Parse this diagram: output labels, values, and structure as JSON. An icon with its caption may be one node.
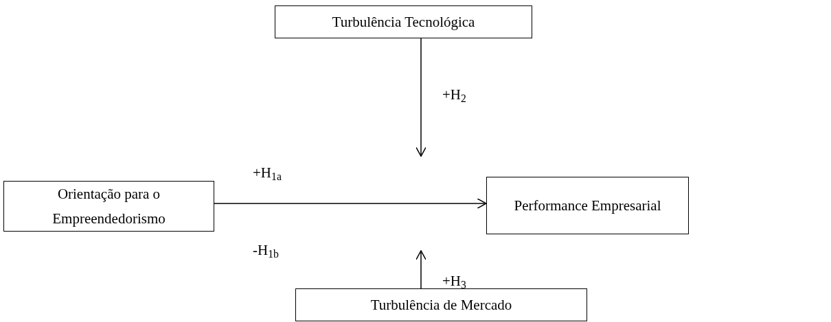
{
  "diagram": {
    "nodes": [
      {
        "text": [
          "Turbulência Tecnológica"
        ]
      },
      {
        "text": [
          "Orientação para o Empreendedorismo"
        ]
      },
      {
        "text": [
          "Performance Empresarial"
        ]
      },
      {
        "text": [
          "Turbulência de Mercado"
        ]
      }
    ],
    "edges": [
      {
        "from": 1,
        "to": 2,
        "arrow": "to",
        "label": "+H$_{1a}$"
      },
      {
        "from": 0,
        "to": null,
        "arrow": "to",
        "label": "+H$_{2}$"
      },
      {
        "from": 3,
        "to": null,
        "arrow": "to",
        "label": "+H$_{3}$"
      }
    ],
    "labels": [
      "-H$_{1b}$"
    ]
  }
}
